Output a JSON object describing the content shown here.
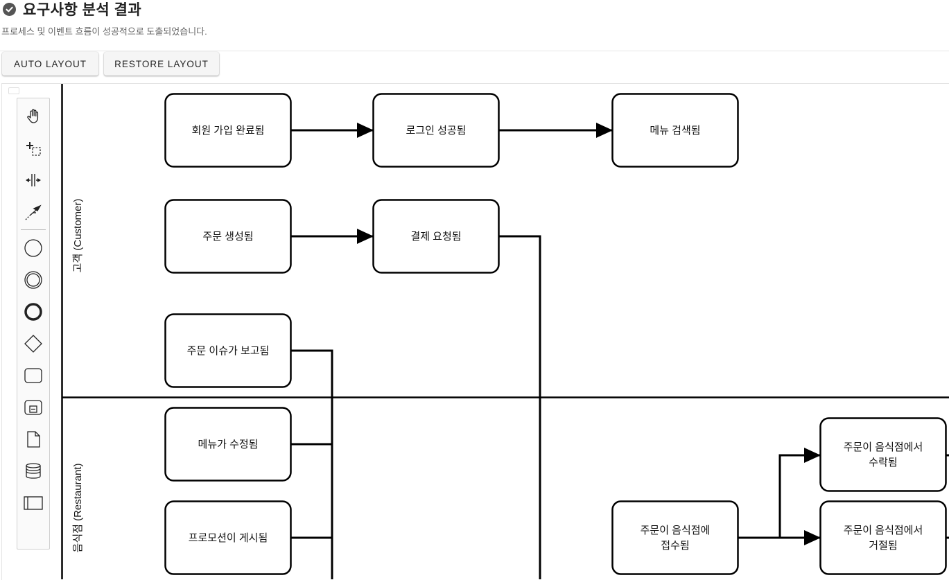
{
  "header": {
    "title": "요구사항 분석 결과",
    "subtitle": "프로세스 및 이벤트 흐름이 성공적으로 도출되었습니다.",
    "status_icon": "check-circle-icon"
  },
  "toolbar": {
    "auto_layout_label": "AUTO LAYOUT",
    "restore_layout_label": "RESTORE LAYOUT"
  },
  "palette": {
    "tools": [
      "hand-tool-icon",
      "lasso-tool-icon",
      "space-tool-icon",
      "global-connect-icon",
      "start-event-icon",
      "intermediate-event-icon",
      "end-event-icon",
      "gateway-icon",
      "task-icon",
      "subprocess-icon",
      "data-object-icon",
      "data-store-icon",
      "participant-icon"
    ]
  },
  "lanes": [
    {
      "label": "고객 (Customer)"
    },
    {
      "label": "음식점 (Restaurant)"
    }
  ],
  "events": {
    "signup": [
      "회원 가입 완료됨"
    ],
    "login": [
      "로그인 성공됨"
    ],
    "menu_search": [
      "메뉴 검색됨"
    ],
    "order_created": [
      "주문 생성됨"
    ],
    "payment_requested": [
      "결제 요청됨"
    ],
    "issue_reported": [
      "주문 이슈가 보고됨"
    ],
    "menu_updated": [
      "메뉴가 수정됨"
    ],
    "promotion_posted": [
      "프로모션이 게시됨"
    ],
    "order_received": [
      "주문이 음식점에",
      "접수됨"
    ],
    "order_accepted": [
      "주문이 음식점에서",
      "수락됨"
    ],
    "order_rejected": [
      "주문이 음식점에서",
      "거절됨"
    ]
  }
}
